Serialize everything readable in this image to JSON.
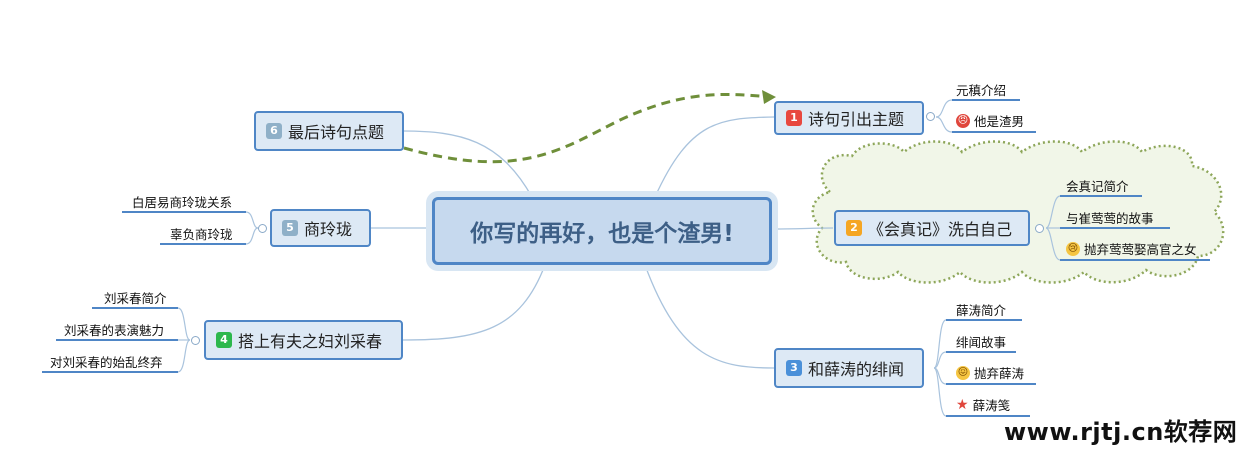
{
  "central": "你写的再好，也是个渣男!",
  "topics": [
    {
      "num": "1",
      "num_color": "#e8483f",
      "label": "诗句引出主题",
      "subs": [
        {
          "label": "元稹介绍",
          "icon": ""
        },
        {
          "label": "他是渣男",
          "icon": "angry-face-icon"
        }
      ]
    },
    {
      "num": "2",
      "num_color": "#f5a623",
      "label": "《会真记》洗白自己",
      "subs": [
        {
          "label": "会真记简介",
          "icon": ""
        },
        {
          "label": "与崔莺莺的故事",
          "icon": ""
        },
        {
          "label": "抛弃莺莺娶高官之女",
          "icon": "crying-face-icon"
        }
      ]
    },
    {
      "num": "3",
      "num_color": "#4a90d9",
      "label": "和薛涛的绯闻",
      "subs": [
        {
          "label": "薛涛简介",
          "icon": ""
        },
        {
          "label": "绯闻故事",
          "icon": ""
        },
        {
          "label": "抛弃薛涛",
          "icon": "sad-face-icon"
        },
        {
          "label": "薛涛笺",
          "icon": "star-icon"
        }
      ]
    },
    {
      "num": "4",
      "num_color": "#2db84d",
      "label": "搭上有夫之妇刘采春",
      "subs": [
        {
          "label": "刘采春简介",
          "icon": ""
        },
        {
          "label": "刘采春的表演魅力",
          "icon": ""
        },
        {
          "label": "对刘采春的始乱终弃",
          "icon": ""
        }
      ]
    },
    {
      "num": "5",
      "num_color": "#8fb0c8",
      "label": "商玲珑",
      "subs": [
        {
          "label": "白居易商玲珑关系",
          "icon": ""
        },
        {
          "label": "辜负商玲珑",
          "icon": ""
        }
      ]
    },
    {
      "num": "6",
      "num_color": "#8fb0c8",
      "label": "最后诗句点题",
      "subs": []
    }
  ],
  "watermark": "www.rjtj.cn软荐网",
  "colors": {
    "line": "#a9c3dd",
    "topic_border": "#4f86c6",
    "arrow": "#6f8f3a",
    "cloud": "#8da659"
  }
}
